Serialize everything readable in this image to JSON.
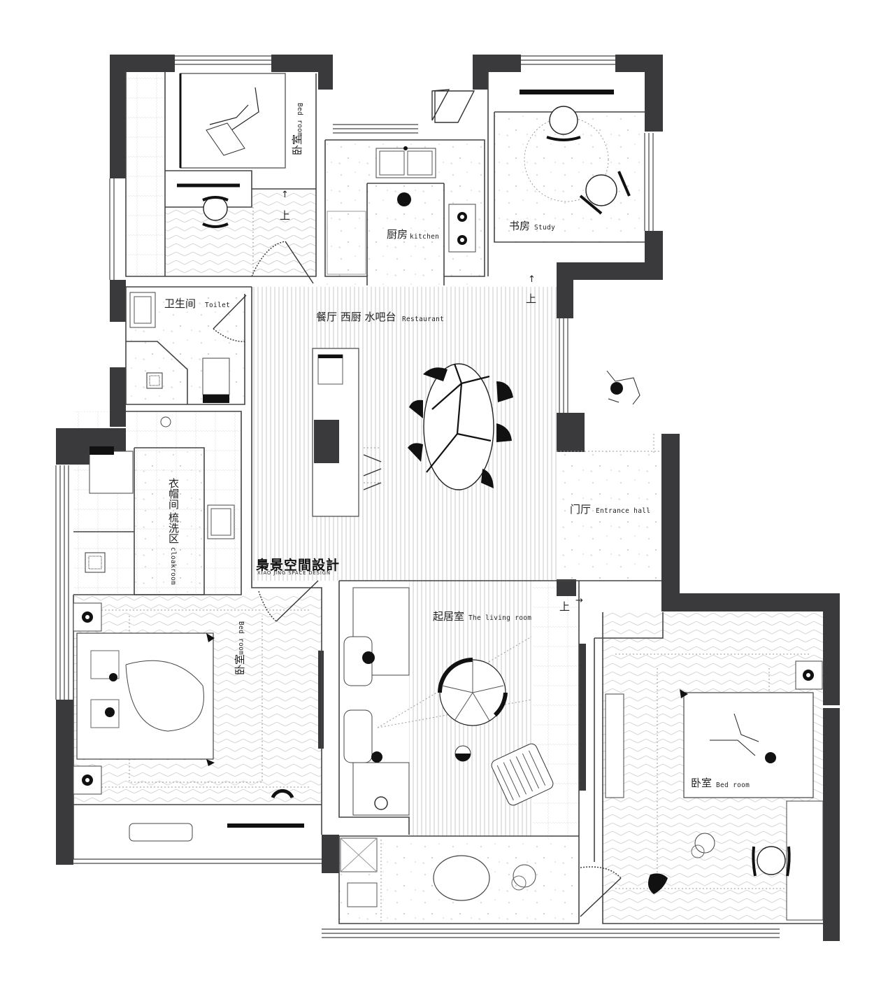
{
  "rooms": {
    "bedroom_nw": {
      "zh": "卧室",
      "en": "Bed room"
    },
    "kitchen": {
      "zh": "厨房",
      "en": "kitchen"
    },
    "study": {
      "zh": "书房",
      "en": "Study"
    },
    "toilet": {
      "zh": "卫生间",
      "en": "Toilet"
    },
    "restaurant": {
      "zh": "餐厅  西厨  水吧台",
      "en": "Restaurant"
    },
    "cloakroom": {
      "zh_1": "衣帽间",
      "zh_2": "梳洗区",
      "en": "cloakroom"
    },
    "entrance": {
      "zh": "门厅",
      "en": "Entrance hall"
    },
    "living": {
      "zh": "起居室",
      "en": "The living room"
    },
    "bedroom_sw": {
      "zh": "卧室",
      "en": "Bed room"
    },
    "bedroom_se": {
      "zh": "卧室",
      "en": "Bed room"
    }
  },
  "stair_marks": {
    "nw": "上",
    "kitchen": "上",
    "entrance": "上"
  },
  "logo": {
    "main": "梟景空間設計",
    "sub": "XIAO JING SPACE DESIGN"
  },
  "colors": {
    "wall": "#3a3a3c",
    "line": "#7a7a7a",
    "furniture": "#111111"
  }
}
